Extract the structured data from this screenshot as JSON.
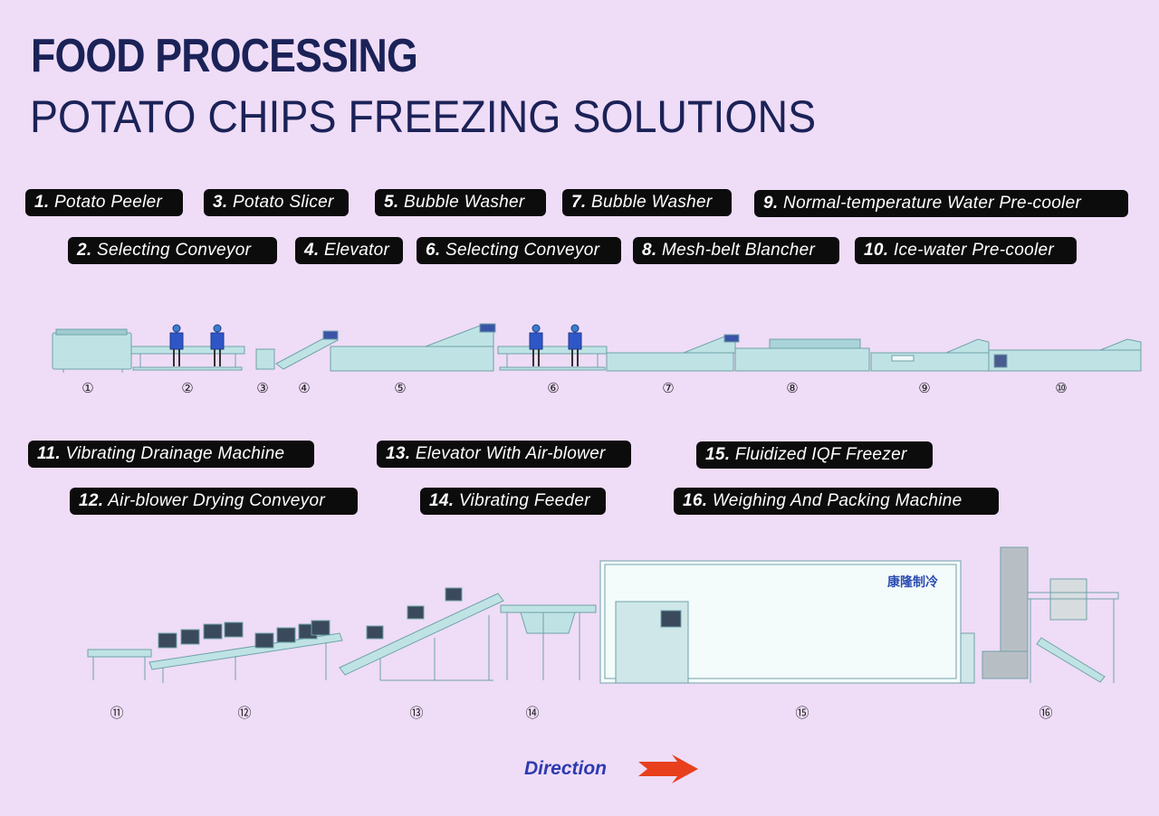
{
  "header": {
    "title": "FOOD PROCESSING",
    "subtitle": "POTATO CHIPS FREEZING SOLUTIONS"
  },
  "steps_row1": [
    {
      "n": "1.",
      "label": "Potato Peeler"
    },
    {
      "n": "2.",
      "label": "Selecting Conveyor"
    },
    {
      "n": "3.",
      "label": "Potato Slicer"
    },
    {
      "n": "4.",
      "label": "Elevator"
    },
    {
      "n": "5.",
      "label": "Bubble Washer"
    },
    {
      "n": "6.",
      "label": "Selecting Conveyor"
    },
    {
      "n": "7.",
      "label": "Bubble Washer"
    },
    {
      "n": "8.",
      "label": "Mesh-belt Blancher"
    },
    {
      "n": "9.",
      "label": "Normal-temperature Water Pre-cooler"
    },
    {
      "n": "10.",
      "label": "Ice-water Pre-cooler"
    }
  ],
  "steps_row2": [
    {
      "n": "11.",
      "label": "Vibrating Drainage Machine"
    },
    {
      "n": "12.",
      "label": "Air-blower Drying Conveyor"
    },
    {
      "n": "13.",
      "label": "Elevator With Air-blower"
    },
    {
      "n": "14.",
      "label": "Vibrating Feeder"
    },
    {
      "n": "15.",
      "label": "Fluidized IQF Freezer"
    },
    {
      "n": "16.",
      "label": "Weighing And Packing Machine"
    }
  ],
  "markers_row1": [
    "①",
    "②",
    "③",
    "④",
    "⑤",
    "⑥",
    "⑦",
    "⑧",
    "⑨",
    "⑩"
  ],
  "markers_row2": [
    "⑪",
    "⑫",
    "⑬",
    "⑭",
    "⑮",
    "⑯"
  ],
  "logo_text": "康隆制冷",
  "direction_label": "Direction",
  "colors": {
    "machine": "#b9e0e2",
    "machine_dark": "#7fb0b5",
    "arrow": "#e8401c",
    "title": "#1b2257",
    "direction": "#2e3bb0"
  }
}
